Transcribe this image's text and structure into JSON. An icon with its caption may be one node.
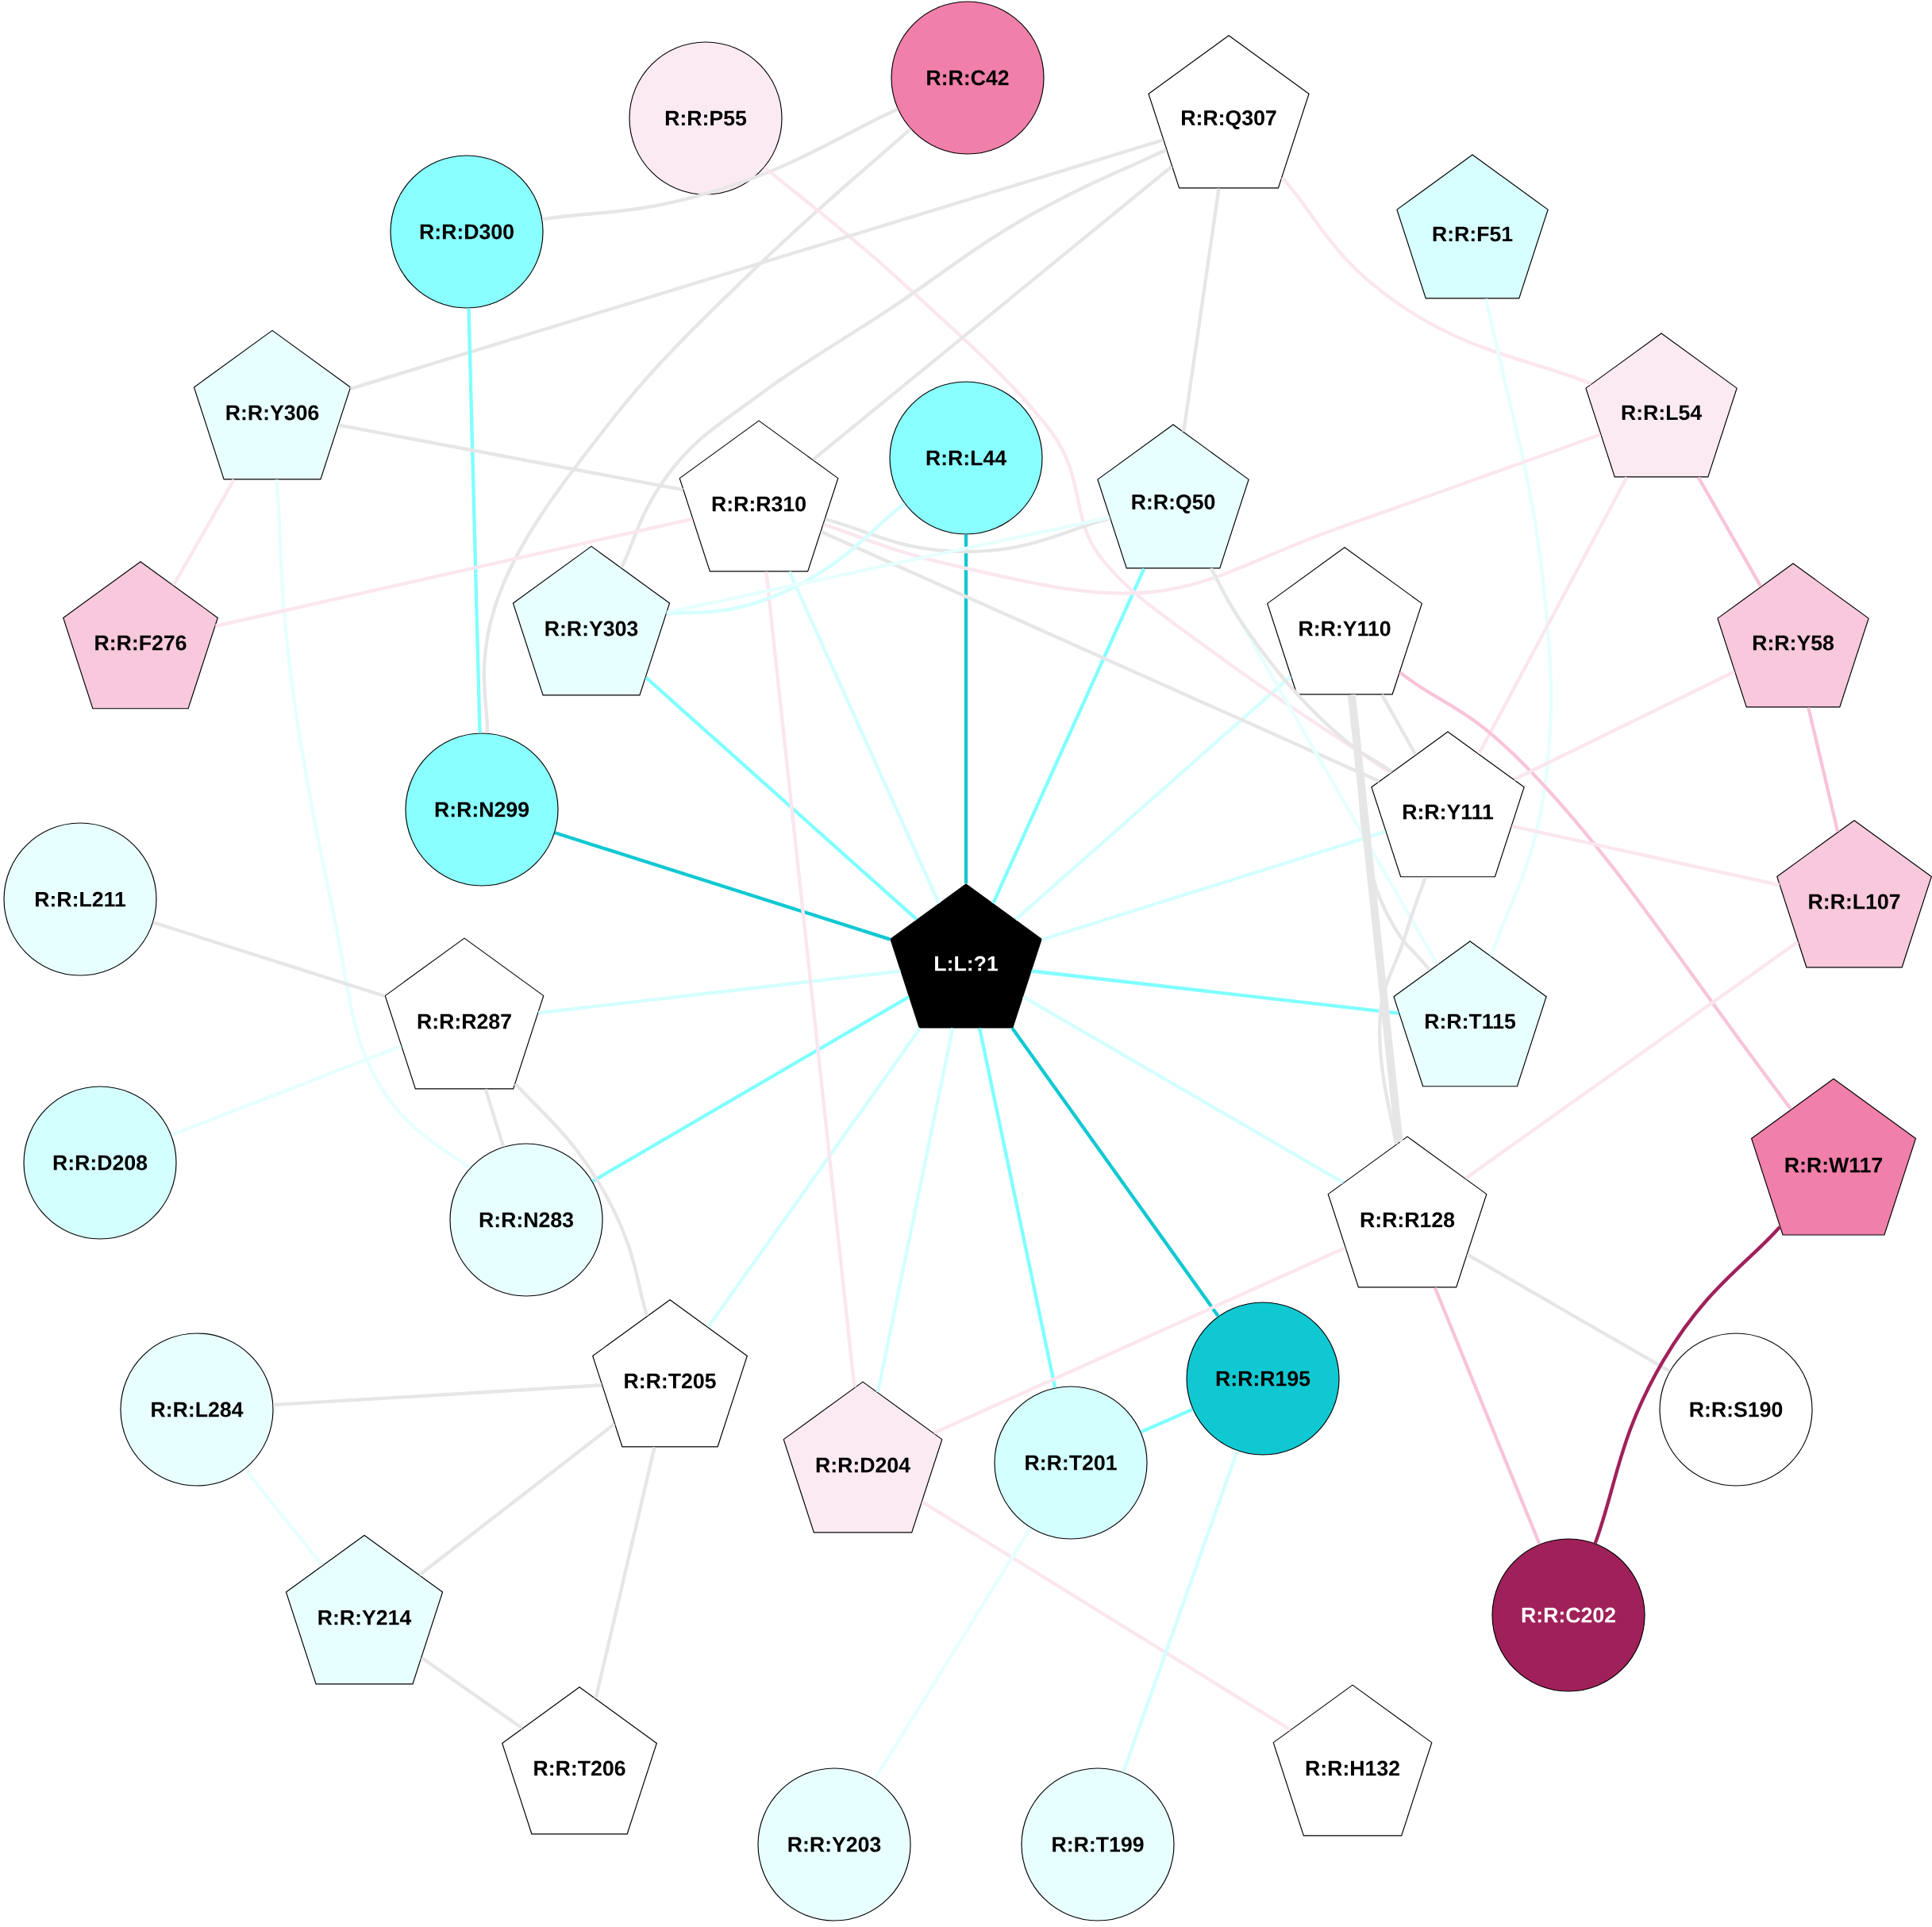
{
  "diagram": {
    "nodes": [
      {
        "text": [
          "R:R:P55"
        ]
      },
      {
        "text": [
          "R:R:C42"
        ]
      },
      {
        "text": [
          "R:R:Q307"
        ]
      },
      {
        "text": [
          "R:R:D300"
        ]
      },
      {
        "text": [
          "R:R:F51"
        ]
      },
      {
        "text": [
          "R:R:Y306"
        ]
      },
      {
        "text": [
          "R:R:L54"
        ]
      },
      {
        "text": [
          "R:R:L44"
        ]
      },
      {
        "text": [
          "R:R:R310"
        ]
      },
      {
        "text": [
          "R:R:Q50"
        ]
      },
      {
        "text": [
          "R:R:F276"
        ]
      },
      {
        "text": [
          "R:R:Y303"
        ]
      },
      {
        "text": [
          "R:R:Y110"
        ]
      },
      {
        "text": [
          "R:R:Y58"
        ]
      },
      {
        "text": [
          "R:R:N299"
        ]
      },
      {
        "text": [
          "R:R:Y111"
        ]
      },
      {
        "text": [
          "R:R:L211"
        ]
      },
      {
        "text": [
          "R:R:L107"
        ]
      },
      {
        "text": [
          "L:L:?1"
        ]
      },
      {
        "text": [
          "R:R:R287"
        ]
      },
      {
        "text": [
          "R:R:T115"
        ]
      },
      {
        "text": [
          "R:R:D208"
        ]
      },
      {
        "text": [
          "R:R:N283"
        ]
      },
      {
        "text": [
          "R:R:R128"
        ]
      },
      {
        "text": [
          "R:R:W117"
        ]
      },
      {
        "text": [
          "R:R:T205"
        ]
      },
      {
        "text": [
          "R:R:R195"
        ]
      },
      {
        "text": [
          "R:R:L284"
        ]
      },
      {
        "text": [
          "R:R:D204"
        ]
      },
      {
        "text": [
          "R:R:T201"
        ]
      },
      {
        "text": [
          "R:R:S190"
        ]
      },
      {
        "text": [
          "R:R:Y214"
        ]
      },
      {
        "text": [
          "R:R:C202"
        ]
      },
      {
        "text": [
          "R:R:T206"
        ]
      },
      {
        "text": [
          "R:R:H132"
        ]
      },
      {
        "text": [
          "R:R:Y203"
        ]
      },
      {
        "text": [
          "R:R:T199"
        ]
      }
    ],
    "edges": [
      {
        "from": 18,
        "to": 7,
        "arrow": "none",
        "color": "#10c8d2"
      },
      {
        "from": 18,
        "to": 14,
        "arrow": "none",
        "color": "#10c8d2"
      },
      {
        "from": 18,
        "to": 26,
        "arrow": "none",
        "color": "#10c8d2"
      },
      {
        "from": 18,
        "to": 11,
        "arrow": "none",
        "color": "#80ffff"
      },
      {
        "from": 18,
        "to": 9,
        "arrow": "none",
        "color": "#80ffff"
      },
      {
        "from": 18,
        "to": 20,
        "arrow": "none",
        "color": "#80ffff"
      },
      {
        "from": 18,
        "to": 22,
        "arrow": "none",
        "color": "#80ffff"
      },
      {
        "from": 18,
        "to": 29,
        "arrow": "none",
        "color": "#80ffff"
      },
      {
        "from": 18,
        "to": 8,
        "arrow": "none",
        "color": "#d4ffff"
      },
      {
        "from": 18,
        "to": 12,
        "arrow": "none",
        "color": "#d4ffff"
      },
      {
        "from": 18,
        "to": 15,
        "arrow": "none",
        "color": "#d4ffff"
      },
      {
        "from": 18,
        "to": 19,
        "arrow": "none",
        "color": "#d4ffff"
      },
      {
        "from": 18,
        "to": 23,
        "arrow": "none",
        "color": "#d4ffff"
      },
      {
        "from": 18,
        "to": 25,
        "arrow": "none",
        "color": "#d4ffff"
      },
      {
        "from": 18,
        "to": 28,
        "arrow": "none",
        "color": "#d4ffff"
      },
      {
        "from": 1,
        "to": 3,
        "arrow": "none"
      },
      {
        "from": 1,
        "to": 14,
        "arrow": "none"
      },
      {
        "from": 0,
        "to": 15,
        "arrow": "none",
        "color": "#fbe6ef"
      },
      {
        "from": 2,
        "to": 5,
        "arrow": "none"
      },
      {
        "from": 2,
        "to": 11,
        "arrow": "none"
      },
      {
        "from": 2,
        "to": 8,
        "arrow": "none"
      },
      {
        "from": 2,
        "to": 9,
        "arrow": "none"
      },
      {
        "from": 2,
        "to": 6,
        "arrow": "none",
        "color": "#fbe6ef"
      },
      {
        "from": 3,
        "to": 14,
        "arrow": "none",
        "color": "#80ffff"
      },
      {
        "from": 4,
        "to": 20,
        "arrow": "none",
        "color": "#e6ffff"
      },
      {
        "from": 5,
        "to": 8,
        "arrow": "none"
      },
      {
        "from": 5,
        "to": 10,
        "arrow": "none",
        "color": "#fbe6ef"
      },
      {
        "from": 5,
        "to": 22,
        "arrow": "none",
        "color": "#e6ffff"
      },
      {
        "from": 6,
        "to": 13,
        "arrow": "none",
        "color": "#f8c4da"
      },
      {
        "from": 6,
        "to": 15,
        "arrow": "none",
        "color": "#fbe6ef"
      },
      {
        "from": 8,
        "to": 9,
        "arrow": "none"
      },
      {
        "from": 8,
        "to": 10,
        "arrow": "none",
        "color": "#fbe6ef"
      },
      {
        "from": 8,
        "to": 6,
        "arrow": "none",
        "color": "#fbe6ef"
      },
      {
        "from": 8,
        "to": 15,
        "arrow": "none"
      },
      {
        "from": 8,
        "to": 28,
        "arrow": "none",
        "color": "#fbe6ef"
      },
      {
        "from": 11,
        "to": 7,
        "arrow": "none",
        "color": "#d4ffff"
      },
      {
        "from": 11,
        "to": 9,
        "arrow": "none",
        "color": "#e6ffff"
      },
      {
        "from": 9,
        "to": 20,
        "arrow": "none",
        "color": "#e6ffff"
      },
      {
        "from": 9,
        "to": 15,
        "arrow": "none"
      },
      {
        "from": 12,
        "to": 15,
        "arrow": "none"
      },
      {
        "from": 12,
        "to": 23,
        "arrow": "none",
        "style": "thick"
      },
      {
        "from": 12,
        "to": 24,
        "arrow": "none",
        "color": "#f8c4da"
      },
      {
        "from": 12,
        "to": 20,
        "arrow": "none"
      },
      {
        "from": 13,
        "to": 17,
        "arrow": "none",
        "color": "#f8c4da"
      },
      {
        "from": 13,
        "to": 15,
        "arrow": "none",
        "color": "#fbe6ef"
      },
      {
        "from": 15,
        "to": 17,
        "arrow": "none",
        "color": "#fbe6ef"
      },
      {
        "from": 15,
        "to": 23,
        "arrow": "none"
      },
      {
        "from": 17,
        "to": 23,
        "arrow": "none",
        "color": "#fbe6ef"
      },
      {
        "from": 23,
        "to": 28,
        "arrow": "none",
        "color": "#fbe6ef"
      },
      {
        "from": 23,
        "to": 32,
        "arrow": "none",
        "color": "#f8c4da"
      },
      {
        "from": 23,
        "to": 30,
        "arrow": "none"
      },
      {
        "from": 24,
        "to": 32,
        "arrow": "none",
        "color": "#a0215a"
      },
      {
        "from": 19,
        "to": 16,
        "arrow": "none"
      },
      {
        "from": 19,
        "to": 21,
        "arrow": "none",
        "color": "#e6ffff"
      },
      {
        "from": 19,
        "to": 22,
        "arrow": "none"
      },
      {
        "from": 19,
        "to": 25,
        "arrow": "none"
      },
      {
        "from": 25,
        "to": 27,
        "arrow": "none"
      },
      {
        "from": 25,
        "to": 31,
        "arrow": "none"
      },
      {
        "from": 25,
        "to": 33,
        "arrow": "none"
      },
      {
        "from": 27,
        "to": 31,
        "arrow": "none",
        "color": "#e6ffff"
      },
      {
        "from": 31,
        "to": 33,
        "arrow": "none"
      },
      {
        "from": 28,
        "to": 34,
        "arrow": "none",
        "color": "#fbe6ef"
      },
      {
        "from": 29,
        "to": 26,
        "arrow": "none",
        "color": "#80ffff"
      },
      {
        "from": 29,
        "to": 35,
        "arrow": "none",
        "color": "#e6ffff"
      },
      {
        "from": 26,
        "to": 36,
        "arrow": "none",
        "color": "#d4ffff"
      }
    ]
  }
}
